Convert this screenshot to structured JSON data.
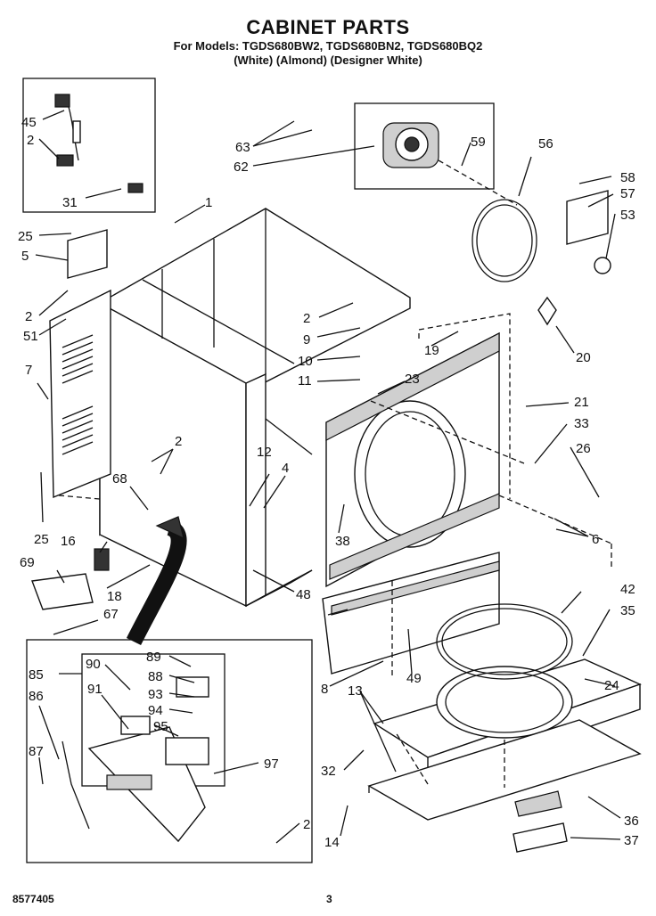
{
  "header": {
    "title": "CABINET PARTS",
    "models_line": "For Models: TGDS680BW2, TGDS680BN2, TGDS680BQ2",
    "colors_line": "(White)        (Almond) (Designer White)"
  },
  "footer": {
    "doc_number": "8577405",
    "page_number": "3"
  },
  "callouts": {
    "c1": "1",
    "c2a": "2",
    "c2b": "2",
    "c2c": "2",
    "c2d": "2",
    "c2e": "2",
    "c4": "4",
    "c5": "5",
    "c6": "6",
    "c7": "7",
    "c8": "8",
    "c9": "9",
    "c10": "10",
    "c11": "11",
    "c12": "12",
    "c13": "13",
    "c14": "14",
    "c16": "16",
    "c18": "18",
    "c19": "19",
    "c20": "20",
    "c21": "21",
    "c23": "23",
    "c24": "24",
    "c25a": "25",
    "c25b": "25",
    "c26": "26",
    "c31": "31",
    "c32": "32",
    "c33": "33",
    "c35": "35",
    "c36": "36",
    "c37": "37",
    "c38": "38",
    "c42": "42",
    "c45": "45",
    "c48": "48",
    "c49": "49",
    "c51": "51",
    "c53": "53",
    "c56": "56",
    "c57": "57",
    "c58": "58",
    "c59": "59",
    "c62": "62",
    "c63": "63",
    "c67": "67",
    "c68": "68",
    "c69": "69",
    "c85": "85",
    "c86": "86",
    "c87": "87",
    "c88": "88",
    "c89": "89",
    "c90": "90",
    "c91": "91",
    "c93": "93",
    "c94": "94",
    "c95": "95",
    "c97": "97"
  }
}
